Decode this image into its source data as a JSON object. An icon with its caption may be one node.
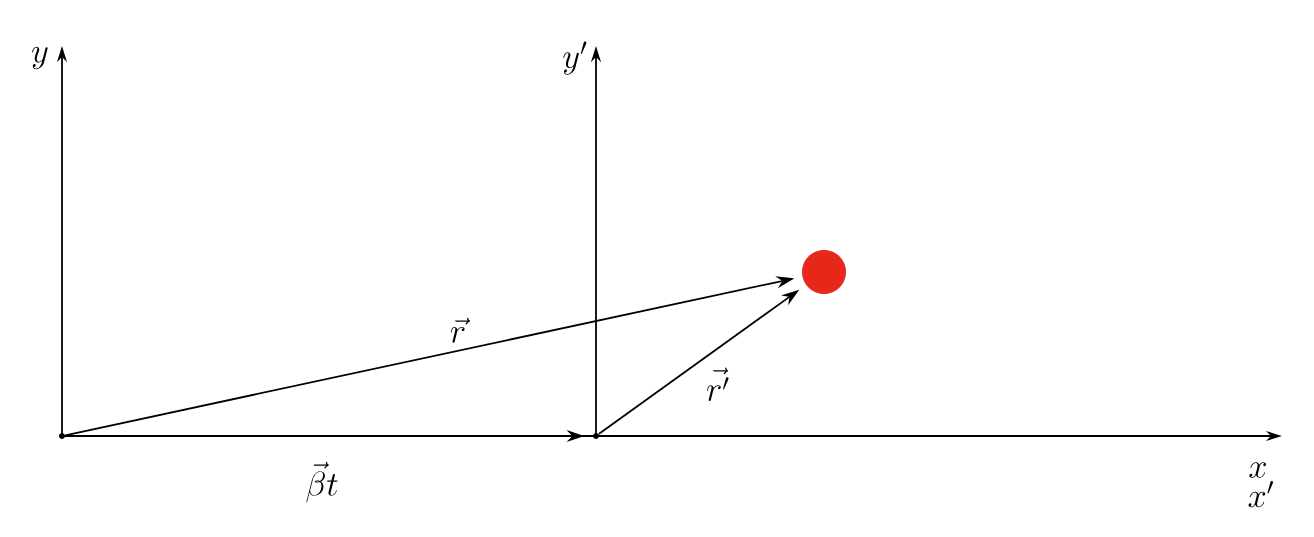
{
  "diagram": {
    "nodes": [
      {
        "text": [],
        "shape": "point"
      },
      {
        "text": [],
        "shape": "point"
      },
      {
        "text": [],
        "shape": "circle"
      }
    ],
    "edges": [
      {
        "from": 0,
        "to": 2,
        "arrow": "to",
        "label": "\\vec{r}"
      },
      {
        "from": 1,
        "to": 2,
        "arrow": "to",
        "label": "\\vec{r'}"
      },
      {
        "from": 0,
        "to": 1,
        "arrow": "to",
        "label": "\\vec{\\beta}t"
      }
    ],
    "labels": [
      "y",
      "y'",
      "x",
      "x'"
    ]
  }
}
